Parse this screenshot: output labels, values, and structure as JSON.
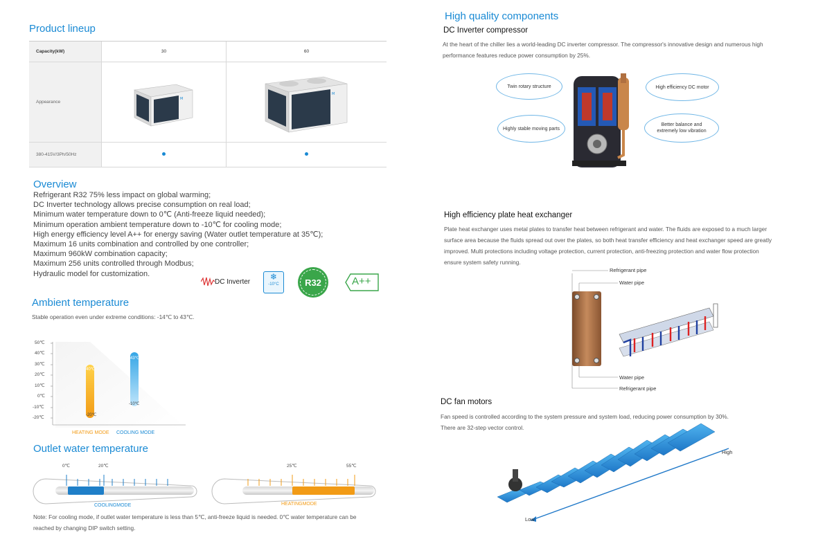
{
  "left": {
    "lineup": {
      "title": "Product lineup",
      "capacity_label": "Capacity(kW)",
      "capacities": [
        "30",
        "60"
      ],
      "appearance_label": "Appearance",
      "power_label": "380-415V/3Ph/50Hz"
    },
    "overview": {
      "title": "Overview",
      "items": [
        "Refrigerant R32 75% less impact on global warming;",
        "DC Inverter technology allows precise consumption on real load;",
        "Minimum water temperature down to 0℃ (Anti-freeze liquid needed);",
        "Minimum operation ambient temperature down to -10℃ for cooling mode;",
        "High energy efficiency level A++ for energy saving (Water outlet temperature at 35℃);",
        "Maximum 16 units combination and controlled by one controller;",
        "Maximum 960kW combination capacity;",
        "Maximum 256 units controlled through Modbus;",
        "Hydraulic model for customization."
      ],
      "badges": {
        "dc_inverter": "DC Inverter",
        "low_temp": "-10°C",
        "r32": "R32",
        "energy": "A++"
      }
    },
    "ambient": {
      "title": "Ambient temperature",
      "desc": "Stable operation even under extreme conditions: -14℃ to 43℃.",
      "axis": [
        "50℃",
        "40℃",
        "30℃",
        "20℃",
        "10℃",
        "0℃",
        "-10℃",
        "-20℃"
      ],
      "heating_top": "40℃",
      "heating_bottom": "-20℃",
      "cooling_top": "43℃",
      "cooling_bottom": "-10℃",
      "heating_label": "HEATING MODE",
      "cooling_label": "COOLING MODE"
    },
    "outlet": {
      "title": "Outlet water temperature",
      "cool_min": "0℃",
      "cool_max": "20℃",
      "cool_label": "COOLINGMODE",
      "heat_min": "25℃",
      "heat_max": "55℃",
      "heat_label": "HEATINGMODE",
      "note_line1": "Note: For cooling mode, if outlet water temperature is less than 5℃, anti-freeze liquid is needed. 0℃ water temperature can be",
      "note_line2": "reached by changing DIP switch setting."
    }
  },
  "right": {
    "title": "High quality components",
    "compressor": {
      "title": "DC Inverter compressor",
      "desc_line1": "At the heart of the  chiller lies a world-leading DC inverter compressor. The compressor's innovative design and numerous high",
      "desc_line2": "performance features reduce power consumption by 25%.",
      "bubble_rotary": "Twin rotary structure",
      "bubble_motor": "High efficiency DC motor",
      "bubble_stable": "Highly stable moving parts",
      "bubble_balance_1": "Better balance and",
      "bubble_balance_2": "extremely low vibration"
    },
    "plate": {
      "title": "High efficiency plate heat exchanger",
      "desc_line1": "Plate heat exchanger uses metal plates to transfer heat between refrigerant and water. The fluids are exposed to a much larger",
      "desc_line2": "surface area because the fluids spread out over the plates, so both heat transfer efficiency and heat exchanger speed are greatly",
      "desc_line3": "improved. Multi protections including voltage protection, current protection, anti-freezing protection and water flow protection",
      "desc_line4": "ensure system safety running.",
      "label_refrigerant_top": "Refrigerant pipe",
      "label_water_top": "Water pipe",
      "label_water_bottom": "Water pipe",
      "label_refrigerant_bottom": "Refrigerant pipe"
    },
    "fan": {
      "title": "DC fan motors",
      "desc_line1": "Fan speed is controlled according to the system pressure and system load, reducing power consumption by 30%.",
      "desc_line2": "There are 32-step vector control.",
      "high": "High",
      "low": "Low"
    }
  }
}
